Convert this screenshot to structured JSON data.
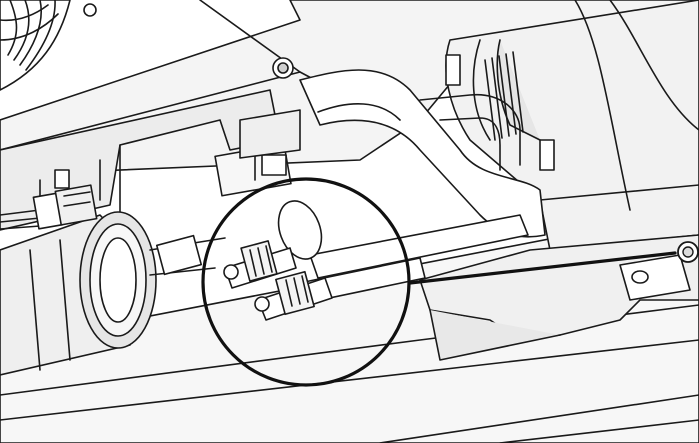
{
  "figure": {
    "kind": "technical line illustration",
    "colors": {
      "line": "#1a1a1a",
      "fill_light": "#f4f4f4",
      "fill_mid": "#e6e6e6",
      "fill_dark": "#cfcfcf",
      "background": "#ffffff"
    },
    "callout": {
      "shape": "circle",
      "leader": "line",
      "target_icon": "fitting-nut-icon"
    }
  }
}
